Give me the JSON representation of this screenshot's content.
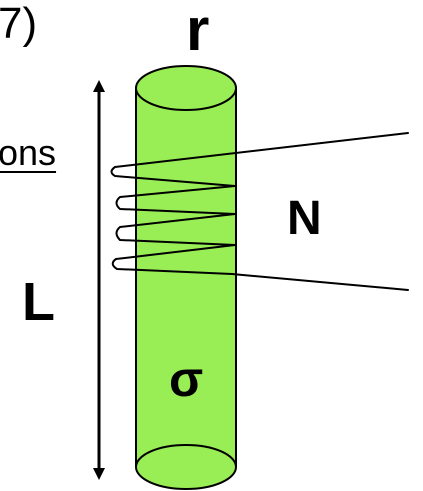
{
  "labels": {
    "equation_fragment": "7)",
    "radius": "r",
    "turns_word": "ons",
    "turns": "N",
    "length": "L",
    "conductivity": "σ"
  },
  "colors": {
    "cylinder_fill": "#99ee55",
    "outline": "#000000",
    "background": "#ffffff"
  }
}
